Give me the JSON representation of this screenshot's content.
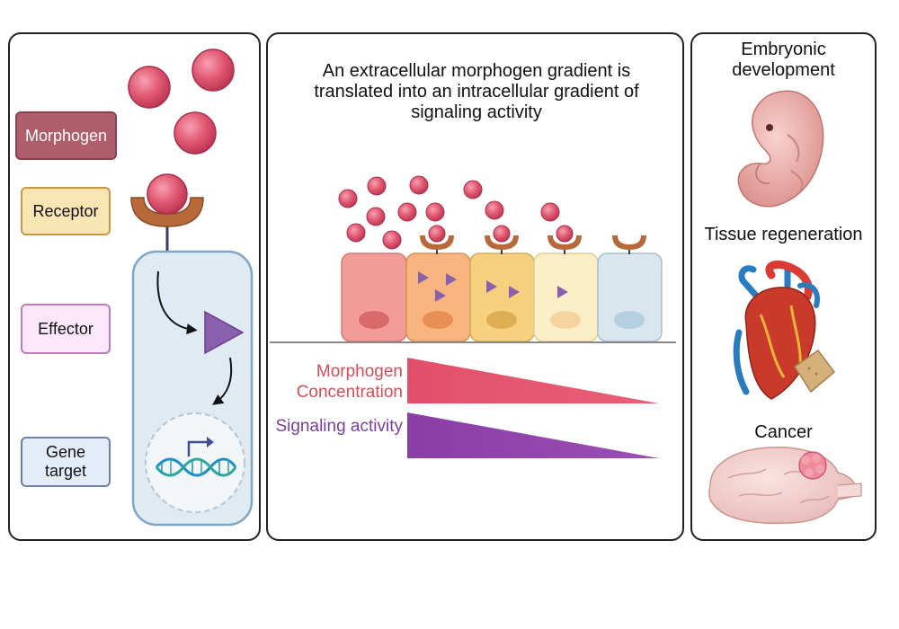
{
  "legend": {
    "morphogen": "Morphogen",
    "receptor": "Receptor",
    "effector": "Effector",
    "gene_target": "Gene target"
  },
  "headline": "An extracellular morphogen gradient is translated into an intracellular gradient of signaling activity",
  "gradients": {
    "morphogen_concentration": "Morphogen Concentration",
    "signaling_activity": "Signaling activity"
  },
  "applications": {
    "embryonic": "Embryonic development",
    "tissue": "Tissue regeneration",
    "cancer": "Cancer"
  },
  "colors": {
    "morphogen": "#e0566f",
    "receptor": "#b8693a",
    "effector": "#8a5fae",
    "morphogen_gradient": "#e24f68",
    "signaling_gradient": "#8d3fa6",
    "cell_membrane": "#a9c7e0",
    "cell_fill": "#dfeaf3"
  },
  "icons": {
    "embryo": "embryo-icon",
    "heart": "heart-icon",
    "brain": "brain-tumor-icon",
    "dna": "dna-icon"
  }
}
